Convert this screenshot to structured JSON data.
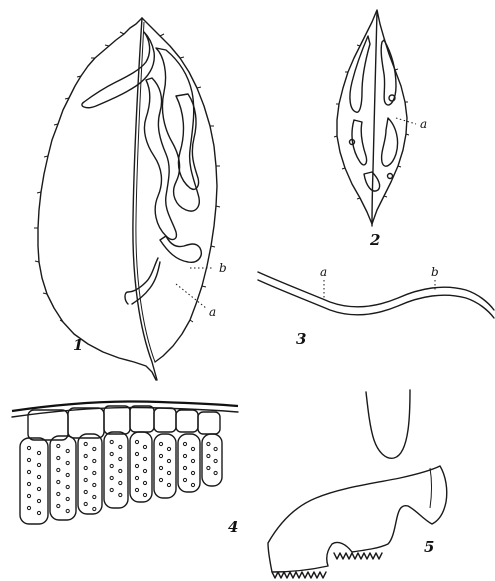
{
  "figures": {
    "fig1": {
      "number": "1",
      "point_a": "a",
      "point_b": "b"
    },
    "fig2": {
      "number": "2",
      "point_a": "a"
    },
    "fig3": {
      "number": "3",
      "point_a": "a",
      "point_b": "b"
    },
    "fig4": {
      "number": "4"
    },
    "fig5": {
      "number": "5"
    }
  },
  "colors": {
    "ink": "#1a1a1a",
    "paper": "#ffffff"
  }
}
